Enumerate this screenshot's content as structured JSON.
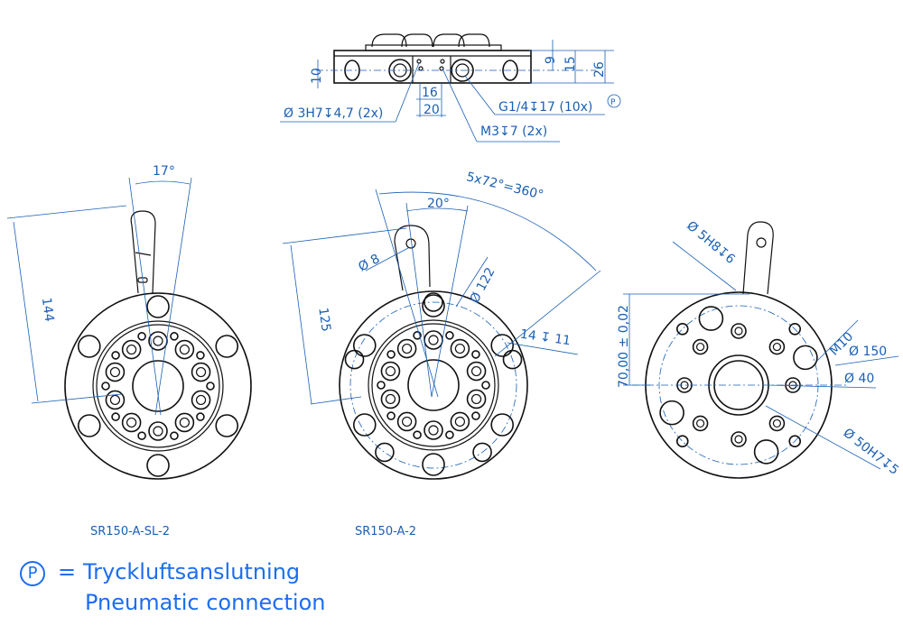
{
  "top_view": {
    "dims": {
      "d10": "10",
      "d9": "9",
      "d15": "15",
      "d26": "26",
      "d16": "16",
      "d20": "20",
      "pin_hole": "Ø 3H7↧4,7 (2x)",
      "port": "G1/4↧17 (10x)",
      "thread": "M3↧7 (2x)",
      "pneumatic_marker": "P"
    }
  },
  "view_left": {
    "label": "SR150-A-SL-2",
    "dims": {
      "angle": "17°",
      "length": "144"
    }
  },
  "view_middle": {
    "label": "SR150-A-2",
    "dims": {
      "pattern": "5x72°=360°",
      "angle": "20°",
      "hole": "Ø 8",
      "pcd": "Ø 122",
      "length": "125",
      "counterbore": "14 ↧ 11"
    }
  },
  "view_right": {
    "dims": {
      "pin": "Ø 5H8↧6",
      "offset": "70,00 ± 0,02",
      "thread": "M10",
      "outer": "Ø 150",
      "bore": "Ø 40",
      "recess": "Ø 50H7↧5"
    }
  },
  "legend": {
    "symbol": "P",
    "equals": "=",
    "line1": "Tryckluftsanslutning",
    "line2": "Pneumatic connection"
  }
}
